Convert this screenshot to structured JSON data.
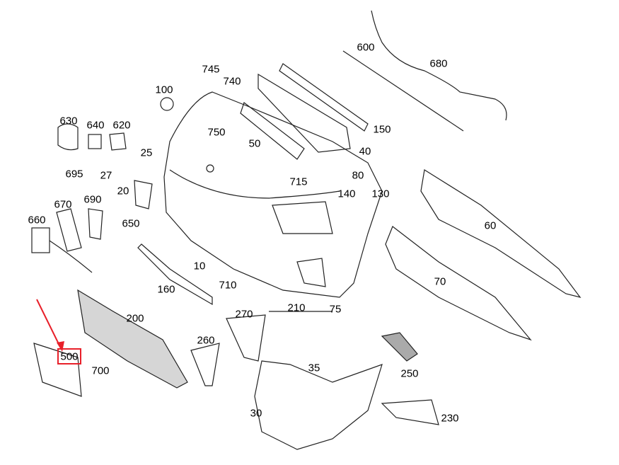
{
  "diagram": {
    "highlight_color": "#e8202a",
    "highlighted_part": "500",
    "labels": [
      "600",
      "680",
      "745",
      "740",
      "100",
      "150",
      "630",
      "640",
      "620",
      "750",
      "50",
      "40",
      "25",
      "27",
      "695",
      "715",
      "80",
      "140",
      "130",
      "20",
      "670",
      "690",
      "660",
      "650",
      "60",
      "10",
      "710",
      "70",
      "160",
      "270",
      "210",
      "75",
      "200",
      "260",
      "500",
      "700",
      "35",
      "250",
      "30",
      "230"
    ]
  }
}
